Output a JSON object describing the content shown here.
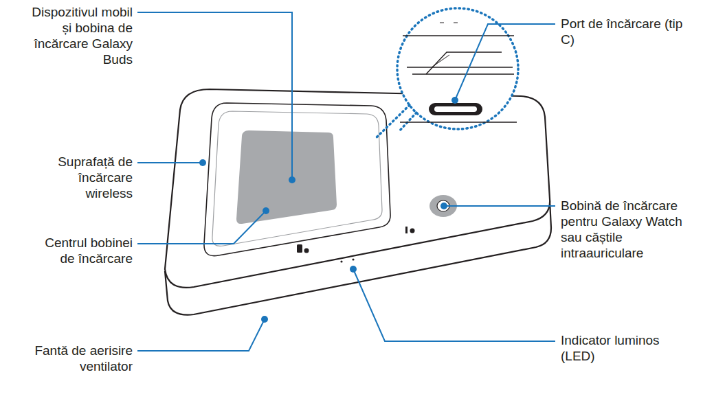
{
  "diagram": {
    "labels": [
      "Dispozitivul mobil și bobina de încărcare Galaxy Buds",
      "Suprafață de încărcare wireless",
      "Centrul bobinei de încărcare",
      "Fantă de aerisire ventilator",
      "Port de încărcare (tip C)",
      "Bobină de încărcare pentru Galaxy Watch sau căștile intraauriculare",
      "Indicator luminos (LED)"
    ]
  }
}
